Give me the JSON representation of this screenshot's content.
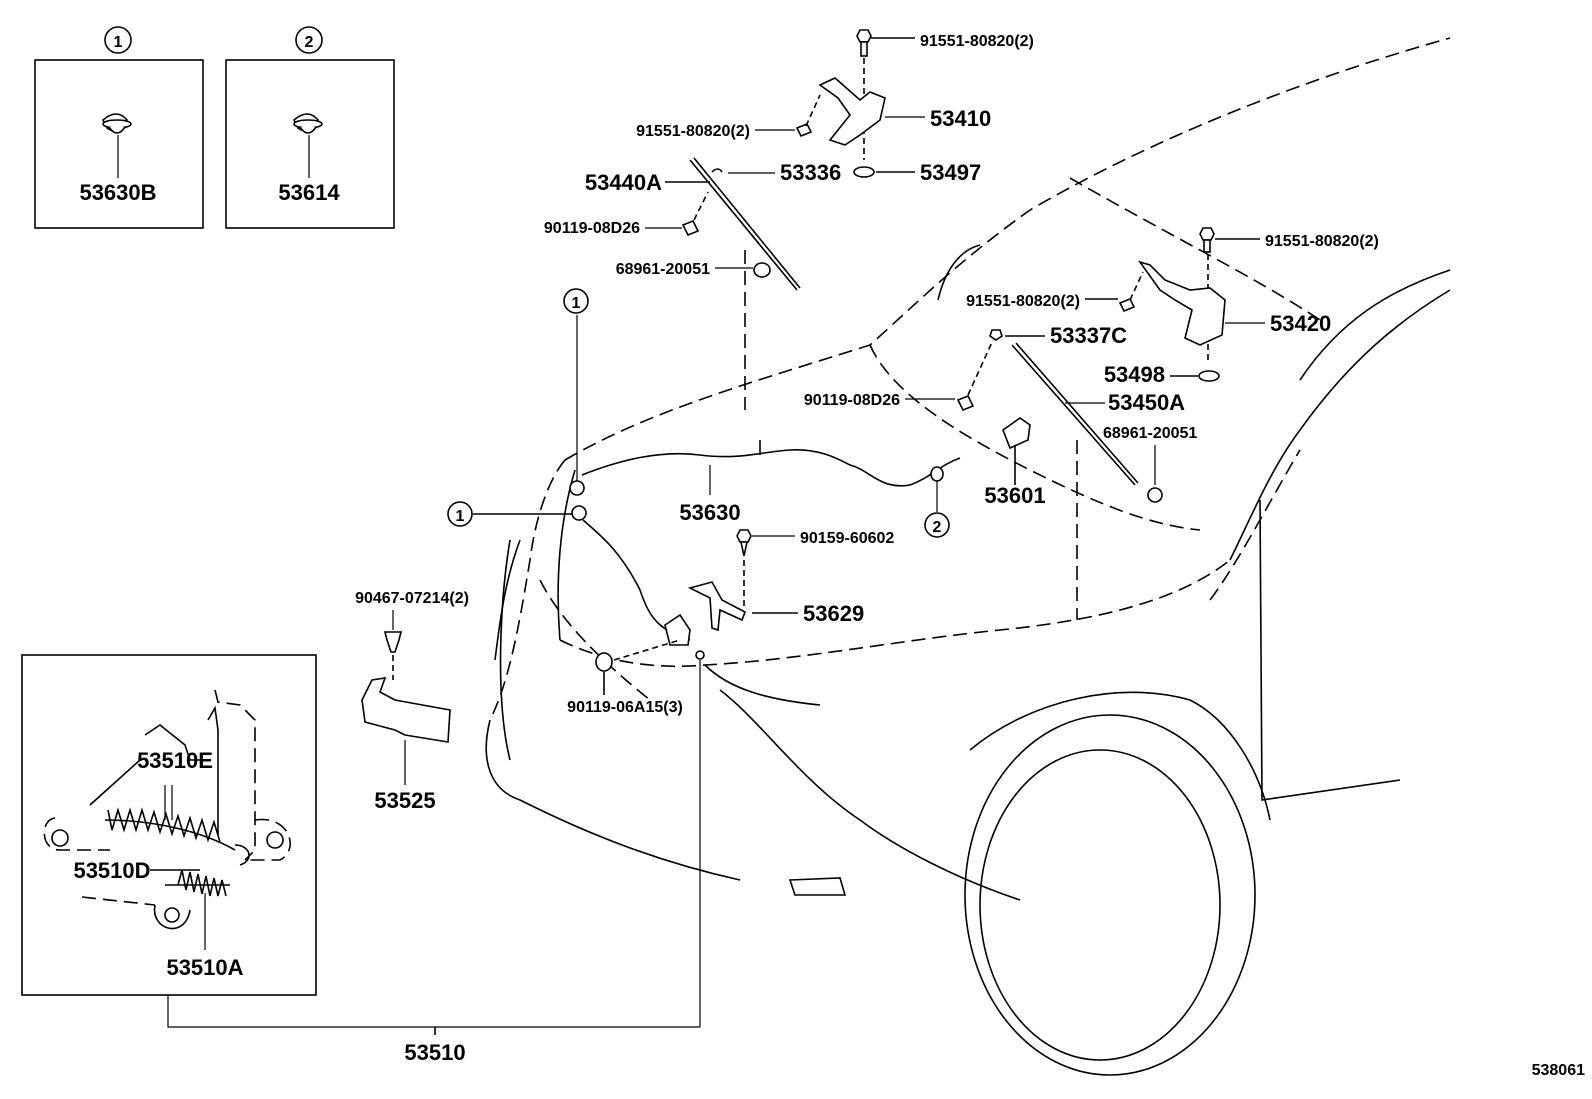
{
  "diagram": {
    "title": "Hood lock & hinge parts diagram",
    "ref_code": "538061",
    "callouts": {
      "circle_1": "1",
      "circle_2": "2"
    },
    "inset_boxes": [
      {
        "marker": "1",
        "part": "53630B"
      },
      {
        "marker": "2",
        "part": "53614"
      }
    ],
    "labels": {
      "bolt_top": "91551-80820(2)",
      "bolt_left_hinge": "91551-80820(2)",
      "hinge_left": "53410",
      "washer_left": "53497",
      "strut_clip_left": "53336",
      "strut_left": "53440A",
      "bolt_strut_left": "90119-08D26",
      "cushion_left": "68961-20051",
      "bolt_right_top": "91551-80820(2)",
      "bolt_right_hinge": "91551-80820(2)",
      "strut_clip_right": "53337C",
      "hinge_right": "53420",
      "washer_right": "53498",
      "bolt_strut_right": "90119-08D26",
      "strut_right": "53450A",
      "cushion_right": "68961-20051",
      "lever_53601": "53601",
      "cable": "53630",
      "screw_90159": "90159-60602",
      "bracket_53629": "53629",
      "clip_90467": "90467-07214(2)",
      "bracket_53525": "53525",
      "bolt_lock": "90119-06A15(3)",
      "lock_spring_e": "53510E",
      "lock_spring_d": "53510D",
      "lock_spring_a": "53510A",
      "lock_assy": "53510"
    }
  }
}
